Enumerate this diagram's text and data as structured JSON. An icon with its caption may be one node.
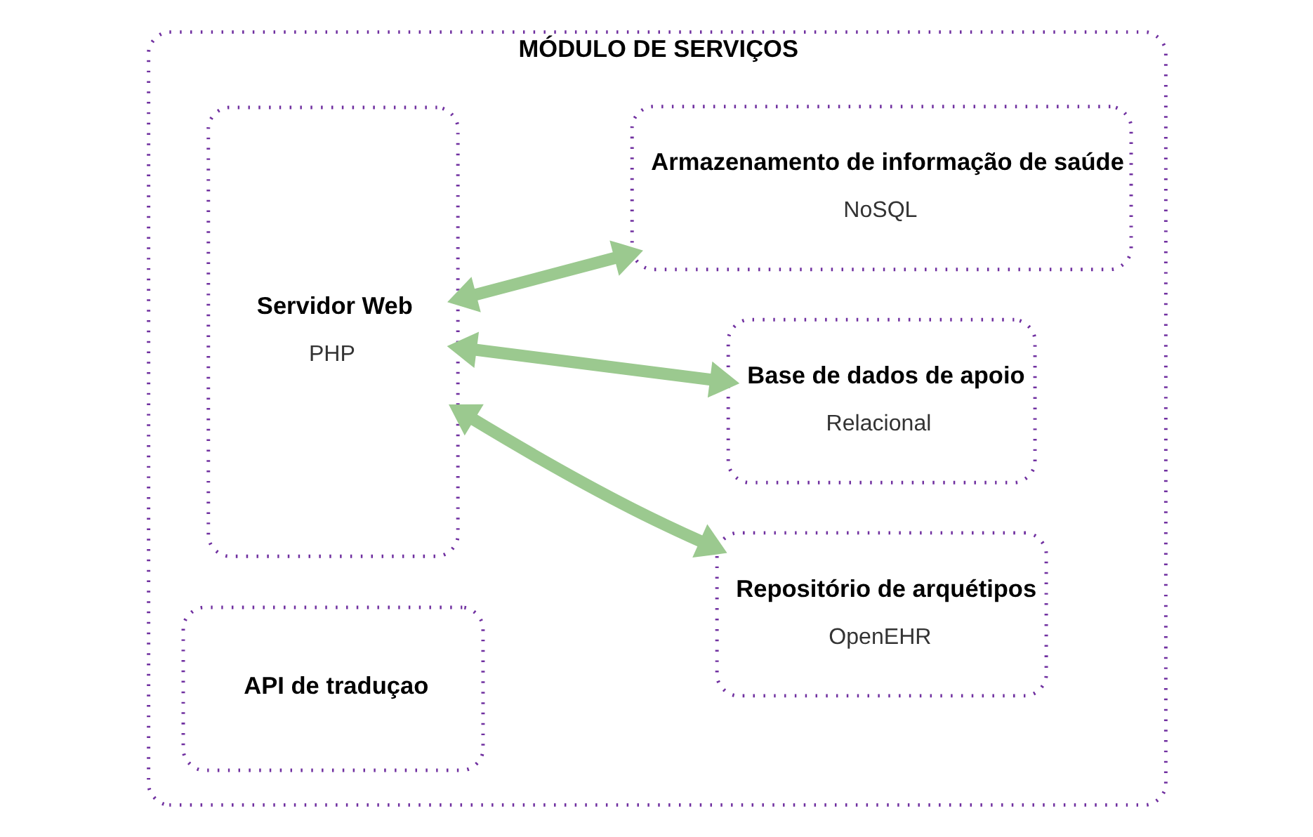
{
  "diagram": {
    "nodes": [
      {
        "text": [
          "MÓDULO DE SERVIÇOS"
        ]
      },
      {
        "text": [
          "Servidor Web",
          "PHP"
        ],
        "in": 0
      },
      {
        "text": [
          "Repositório de arquétipos",
          "OpenEHR"
        ],
        "in": 0
      },
      {
        "text": [
          "API de traduçao"
        ],
        "in": 0
      },
      {
        "text": [
          "Base de dados de apoio",
          "Relacional"
        ],
        "in": 0
      },
      {
        "text": [
          "Armazenamento de informação de saúde",
          "NoSQL"
        ],
        "in": 0
      }
    ],
    "edges": [
      {
        "from": 1,
        "to": 2,
        "arrow": "both"
      },
      {
        "from": 1,
        "to": 4,
        "arrow": "both"
      },
      {
        "from": 1,
        "to": 5,
        "arrow": "both"
      }
    ]
  }
}
